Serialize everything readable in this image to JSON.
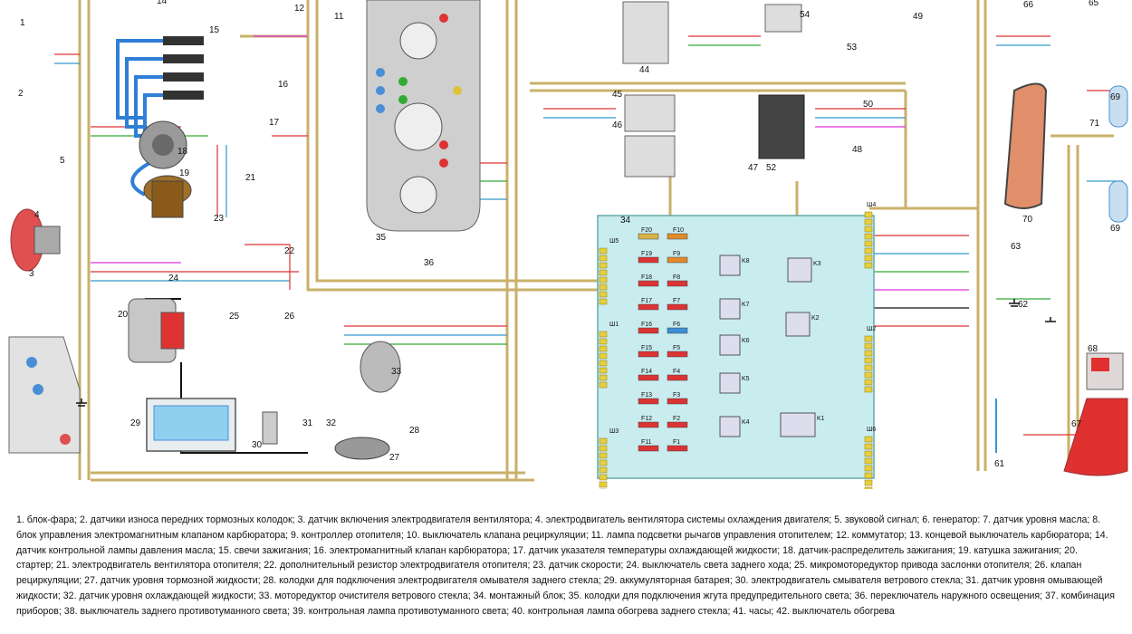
{
  "components": [
    {
      "num": "1"
    },
    {
      "num": "2"
    },
    {
      "num": "3"
    },
    {
      "num": "4"
    },
    {
      "num": "5"
    },
    {
      "num": "11"
    },
    {
      "num": "12"
    },
    {
      "num": "14"
    },
    {
      "num": "15"
    },
    {
      "num": "16"
    },
    {
      "num": "17"
    },
    {
      "num": "18"
    },
    {
      "num": "19"
    },
    {
      "num": "20"
    },
    {
      "num": "21"
    },
    {
      "num": "22"
    },
    {
      "num": "23"
    },
    {
      "num": "24"
    },
    {
      "num": "25"
    },
    {
      "num": "26"
    },
    {
      "num": "27"
    },
    {
      "num": "28"
    },
    {
      "num": "29"
    },
    {
      "num": "30"
    },
    {
      "num": "31"
    },
    {
      "num": "32"
    },
    {
      "num": "33"
    },
    {
      "num": "34"
    },
    {
      "num": "35"
    },
    {
      "num": "36"
    },
    {
      "num": "44"
    },
    {
      "num": "45"
    },
    {
      "num": "46"
    },
    {
      "num": "47"
    },
    {
      "num": "48"
    },
    {
      "num": "49"
    },
    {
      "num": "50"
    },
    {
      "num": "52"
    },
    {
      "num": "53"
    },
    {
      "num": "54"
    },
    {
      "num": "61"
    },
    {
      "num": "62"
    },
    {
      "num": "63"
    },
    {
      "num": "65"
    },
    {
      "num": "66"
    },
    {
      "num": "67"
    },
    {
      "num": "68"
    },
    {
      "num": "69"
    },
    {
      "num": "70"
    },
    {
      "num": "71"
    }
  ],
  "mounting_block": {
    "fuses_left": [
      "F20",
      "F19",
      "F18",
      "F17",
      "F16",
      "F15",
      "F14",
      "F13",
      "F12",
      "F11"
    ],
    "fuses_right": [
      "F10",
      "F9",
      "F8",
      "F7",
      "F6",
      "F5",
      "F4",
      "F3",
      "F2",
      "F1"
    ],
    "relays": [
      "K8",
      "K7",
      "K6",
      "K5",
      "K4",
      "K3",
      "K2",
      "K1"
    ],
    "connectors": [
      "Ш5",
      "Ш1",
      "Ш3",
      "Ш4",
      "Ш2",
      "Ш6"
    ]
  },
  "legend_text": "1. блок-фара; 2. датчики износа передних тормозных колодок; 3. датчик включения электродвигателя вентилятора; 4. электродвигатель вентилятора системы охлаждения двигателя; 5. звуковой сигнал; 6. генератор: 7. датчик уровня масла; 8. блок управления электромагнитным клапаном карбюратора; 9. контроллер отопителя; 10. выключатель клапана рециркуляции; 11. лампа подсветки рычагов управления отопителем; 12. коммутатор; 13. концевой выключатель карбюратора; 14. датчик контрольной лампы давления масла; 15. свечи зажигания; 16. электромагнитный клапан карбюратора; 17. датчик указателя температуры охлаждающей жидкости; 18. датчик-распределитель зажигания; 19. катушка зажигания; 20. стартер; 21. электродвигатель вентилятора отопителя; 22. дополнительный резистор электродвигателя отопителя; 23. датчик скорости; 24. выключатель света заднего хода; 25. микромоторедуктор привода заслонки отопителя; 26. клапан рециркуляции; 27. датчик уровня тормозной жидкости; 28. колодки для подключения электродвигателя омывателя заднего стекла; 29. аккумуляторная батарея; 30. электродвигатель смывателя ветрового стекла; 31. датчик уровня омывающей жидкости; 32. датчик уровня охлаждающей жидкости; 33. моторедуктор очистителя ветрового стекла; 34. монтажный блок; 35. колодки для подключения жгута предупредительного света; 36. переключатель наружного освещения; 37. комбинация приборов; 38. выключатель заднего противотуманного света; 39. контрольная лампа противотуманного света; 40. контрольная лампа обогрева заднего стекла; 41. часы; 42. выключатель обогрева"
}
